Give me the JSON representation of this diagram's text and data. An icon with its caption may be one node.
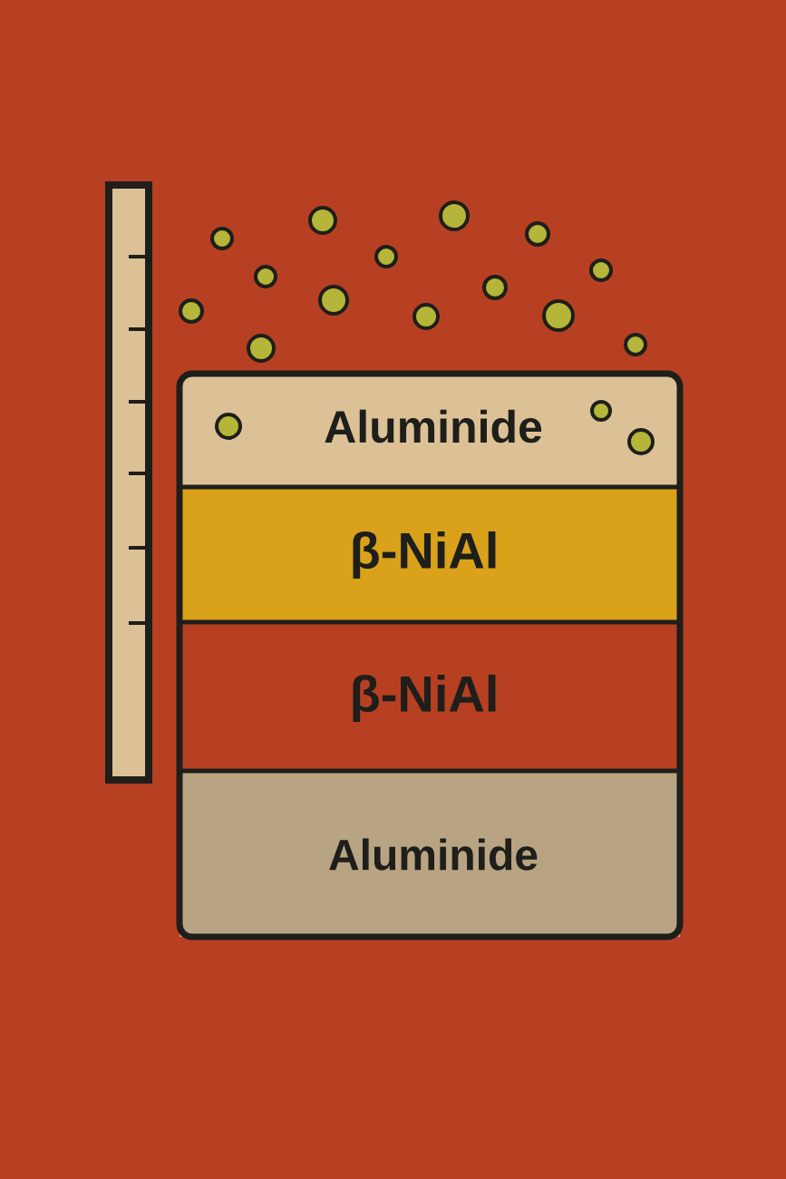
{
  "diagram": {
    "nodes": [
      {
        "text": [
          "Aluminide"
        ]
      },
      {
        "text": [
          "β-NiAl"
        ]
      },
      {
        "text": [
          "β-NiAl"
        ]
      },
      {
        "text": [
          "Aluminide"
        ]
      }
    ]
  }
}
